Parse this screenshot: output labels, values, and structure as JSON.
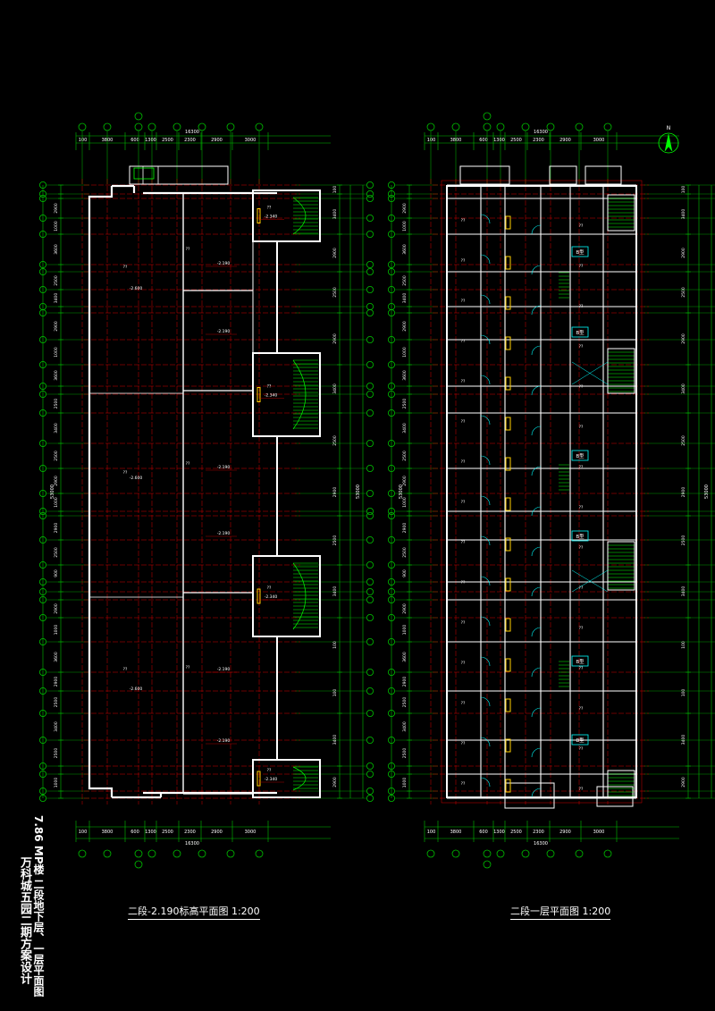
{
  "drawing": {
    "left_title": "二段-2.190标高平面图  1:200",
    "right_title": "二段一层平面图  1:200",
    "side_text_1": "7.86 MP楼 二段地下层、一层平面图",
    "side_text_2": "万科城五园二期方案设计",
    "north_label": "N",
    "total_width_label": "16300",
    "total_height_label": "53000",
    "top_dims": [
      "100",
      "3800",
      "600",
      "1300",
      "2500",
      "2300",
      "2900",
      "3000"
    ],
    "side_dims": [
      "900",
      "2500",
      "2900",
      "1000",
      "3600",
      "2900",
      "2500",
      "3400",
      "2500",
      "2900",
      "1000",
      "3600",
      "2900",
      "2500",
      "3400",
      "2500",
      "2900",
      "1000",
      "3600",
      "2900",
      "2500",
      "900"
    ],
    "right_dims": [
      "100",
      "3400",
      "2900",
      "2500",
      "2900",
      "3400",
      "2500",
      "2900",
      "2500",
      "3400",
      "100"
    ],
    "elev_a": "2.190",
    "elev_b": "2.340",
    "elev_c": "2.600",
    "unit_tag": "B型",
    "room_mark": "??"
  },
  "colors": {
    "wall": "#ffffff",
    "axis": "#d40000",
    "dim": "#00c000",
    "stair": "#00ff00",
    "door": "#00ffff",
    "accent": "#ffd000"
  }
}
